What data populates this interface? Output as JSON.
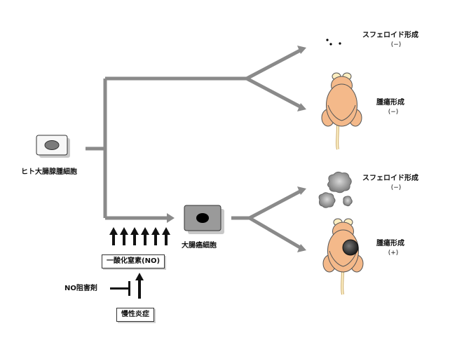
{
  "cells": {
    "normal_label": "ヒト大腸腺腫細胞",
    "cancer_label": "大腸癌細胞"
  },
  "outcomes": {
    "upper_spheroid": {
      "label": "スフェロイド形成",
      "sign": "(−)"
    },
    "upper_tumor": {
      "label": "腫瘍形成",
      "sign": "(−)"
    },
    "lower_spheroid": {
      "label": "スフェロイド形成",
      "sign": "(−)"
    },
    "lower_tumor": {
      "label": "腫瘍形成",
      "sign": "(+)"
    }
  },
  "factors": {
    "no_label": "一酸化窒素(NO)",
    "inflammation_label": "慢性炎症",
    "inhibitor_label": "NO阻害剤"
  },
  "colors": {
    "arrow": "#8a8a8a",
    "mouse_body": "#f4b98a",
    "tumor": "#333333",
    "cell_normal": "#f7f7f7",
    "cell_cancer": "#9a9a9a"
  }
}
